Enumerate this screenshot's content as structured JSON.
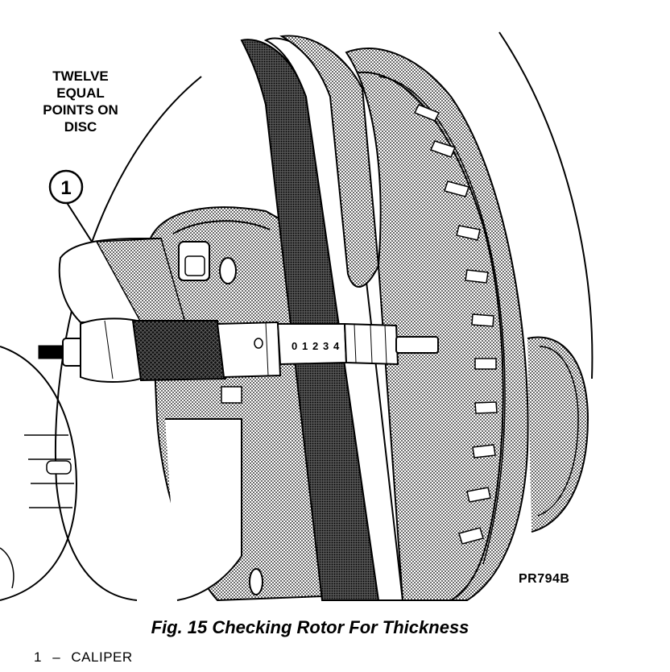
{
  "note": {
    "lines": [
      "TWELVE",
      "EQUAL",
      "POINTS ON",
      "DISC"
    ]
  },
  "callout": {
    "number": "1"
  },
  "micrometer": {
    "scale_digits": [
      "0",
      "1",
      "2",
      "3",
      "4"
    ]
  },
  "ref_code": "PR794B",
  "caption": "Fig. 15 Checking Rotor For Thickness",
  "legend": [
    {
      "number": "1",
      "separator": "–",
      "label": "CALIPER"
    }
  ]
}
